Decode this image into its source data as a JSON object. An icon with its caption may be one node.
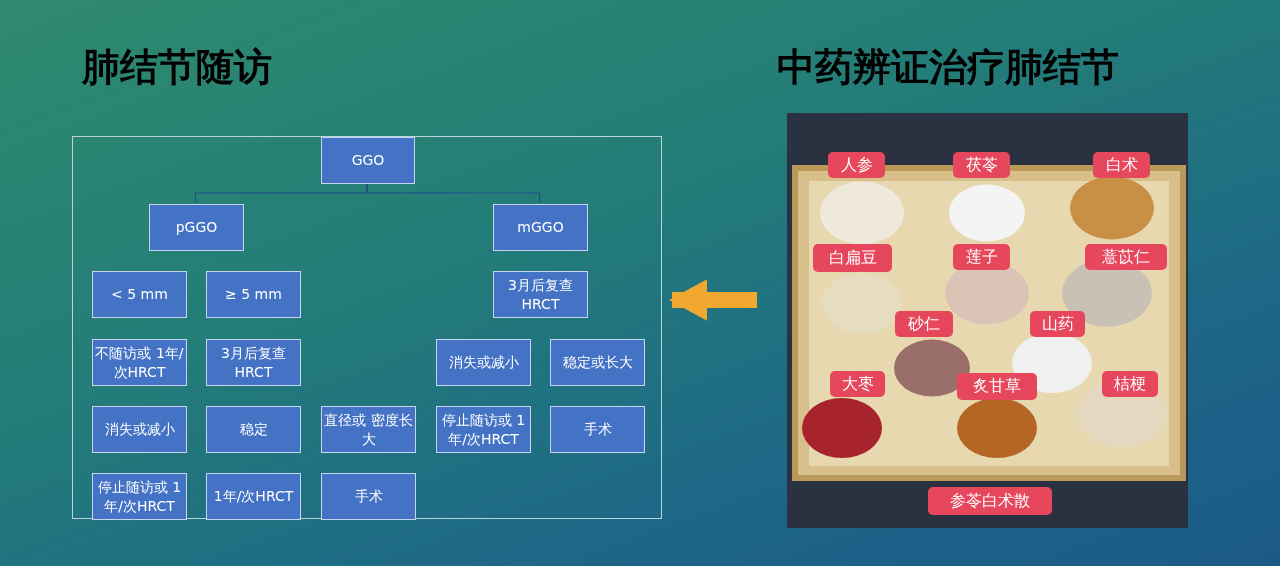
{
  "diagram": {
    "nodes": [
      {
        "text": [],
        "shape": "box"
      },
      {
        "text": [
          "GGO"
        ],
        "in": 0
      },
      {
        "text": [
          "pGGO"
        ],
        "in": 0
      },
      {
        "text": [
          "mGGO"
        ],
        "in": 0
      },
      {
        "text": [
          "< 5 mm"
        ],
        "in": 0
      },
      {
        "text": [
          "≥ 5 mm"
        ],
        "in": 0
      },
      {
        "text": [
          "3月后复查 HRCT"
        ],
        "in": 0
      },
      {
        "text": [
          "不随访或 1年/次HRCT"
        ],
        "in": 0
      },
      {
        "text": [
          "3月后复查 HRCT"
        ],
        "in": 0
      },
      {
        "text": [
          "消失或减小"
        ],
        "in": 0
      },
      {
        "text": [
          "稳定或长大"
        ],
        "in": 0
      },
      {
        "text": [
          "消失或减小"
        ],
        "in": 0
      },
      {
        "text": [
          "稳定"
        ],
        "in": 0
      },
      {
        "text": [
          "直径或 密度长大"
        ],
        "in": 0
      },
      {
        "text": [
          "停止随访或 1年/次HRCT"
        ],
        "in": 0
      },
      {
        "text": [
          "手术"
        ],
        "in": 0
      },
      {
        "text": [
          "停止随访或 1年/次HRCT"
        ],
        "in": 0
      },
      {
        "text": [
          "1年/次HRCT"
        ],
        "in": 0
      },
      {
        "text": [
          "手术"
        ],
        "in": 0
      },
      {
        "text": [],
        "shape": "picture"
      },
      {
        "text": [
          "人参"
        ],
        "in": 19
      },
      {
        "text": [
          "茯苓"
        ],
        "in": 19
      },
      {
        "text": [
          "白术"
        ],
        "in": 19
      },
      {
        "text": [
          "白扁豆"
        ],
        "in": 19
      },
      {
        "text": [
          "莲子"
        ],
        "in": 19
      },
      {
        "text": [
          "薏苡仁"
        ],
        "in": 19
      },
      {
        "text": [
          "砂仁"
        ],
        "in": 19
      },
      {
        "text": [
          "山药"
        ],
        "in": 19
      },
      {
        "text": [
          "大枣"
        ],
        "in": 19
      },
      {
        "text": [
          "炙甘草"
        ],
        "in": 19
      },
      {
        "text": [
          "桔梗"
        ],
        "in": 19
      },
      {
        "text": [
          "参苓白术散"
        ],
        "in": 19
      }
    ],
    "edges": [
      {
        "from": 1,
        "to": 2,
        "arrow": "none"
      },
      {
        "from": 1,
        "to": 3,
        "arrow": "none"
      },
      {
        "from": 19,
        "to": 0,
        "arrow": "to",
        "style": "thick",
        "color": "#f0a830"
      }
    ],
    "labels": [
      "肺结节随访",
      "中药辨证治疗肺结节"
    ]
  }
}
